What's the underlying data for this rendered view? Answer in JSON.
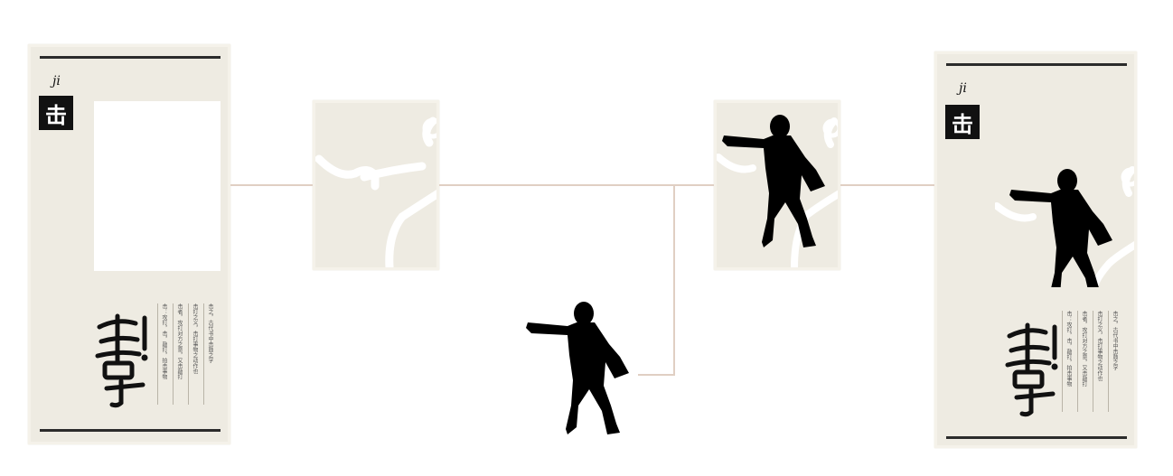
{
  "diagram": {
    "pinyin": "ji",
    "character": "击",
    "calligraphy": "擊",
    "body_text_columns": [
      "击：攻打，击，敲打，拍击事物",
      "击者，攻打对方之意，又击敲打",
      "击打之义，击打事物之动作也",
      "击之，古代书中击鼓之字"
    ],
    "colors": {
      "card_bg": "#eeebe2",
      "connector": "#e0cfc3",
      "ink": "#000000"
    },
    "icons": [
      "poster-card",
      "texture-crop",
      "silhouette-figure",
      "composite-crop",
      "final-poster"
    ]
  }
}
